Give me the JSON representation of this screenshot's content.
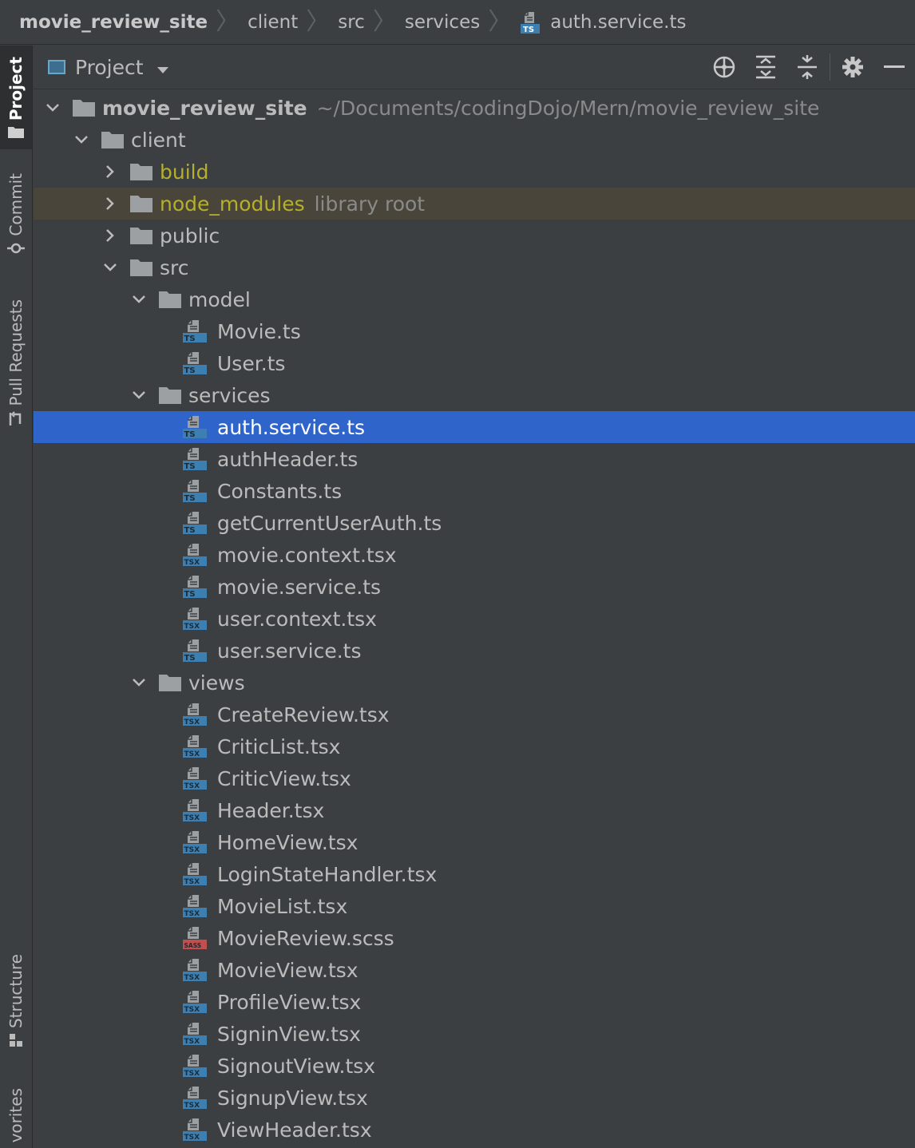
{
  "breadcrumb": {
    "items": [
      "movie_review_site",
      "client",
      "src",
      "services"
    ],
    "file": "auth.service.ts",
    "file_icon": "ts-file-icon"
  },
  "toolstrip": {
    "tabs": [
      "Project",
      "Commit",
      "Pull Requests",
      "Structure",
      "vorites"
    ]
  },
  "panel": {
    "title": "Project",
    "actions": [
      "locate-icon",
      "expand-all-icon",
      "collapse-all-icon",
      "gear-icon",
      "hide-icon"
    ]
  },
  "colors": {
    "selection": "#2f65ca",
    "library_row": "#4a453a",
    "excluded_folder_text": "#b5b02a",
    "ts_badge": "#3c7fb0",
    "sass_badge": "#c0504d"
  },
  "tree": [
    {
      "label": "movie_review_site",
      "hint": "~/Documents/codingDojo/Mern/movie_review_site",
      "type": "folder",
      "depth": 0,
      "expanded": true,
      "bold": true
    },
    {
      "label": "client",
      "type": "folder",
      "depth": 1,
      "expanded": true
    },
    {
      "label": "build",
      "type": "folder",
      "depth": 2,
      "expanded": false,
      "style": "yellow"
    },
    {
      "label": "node_modules",
      "hint": "library root",
      "type": "folder",
      "depth": 2,
      "expanded": false,
      "style": "yellow",
      "library": true
    },
    {
      "label": "public",
      "type": "folder",
      "depth": 2,
      "expanded": false
    },
    {
      "label": "src",
      "type": "folder",
      "depth": 2,
      "expanded": true
    },
    {
      "label": "model",
      "type": "folder",
      "depth": 3,
      "expanded": true
    },
    {
      "label": "Movie.ts",
      "type": "ts",
      "depth": 4
    },
    {
      "label": "User.ts",
      "type": "ts",
      "depth": 4
    },
    {
      "label": "services",
      "type": "folder",
      "depth": 3,
      "expanded": true
    },
    {
      "label": "auth.service.ts",
      "type": "ts",
      "depth": 4,
      "selected": true
    },
    {
      "label": "authHeader.ts",
      "type": "ts",
      "depth": 4
    },
    {
      "label": "Constants.ts",
      "type": "ts",
      "depth": 4
    },
    {
      "label": "getCurrentUserAuth.ts",
      "type": "ts",
      "depth": 4
    },
    {
      "label": "movie.context.tsx",
      "type": "tsx",
      "depth": 4
    },
    {
      "label": "movie.service.ts",
      "type": "ts",
      "depth": 4
    },
    {
      "label": "user.context.tsx",
      "type": "tsx",
      "depth": 4
    },
    {
      "label": "user.service.ts",
      "type": "ts",
      "depth": 4
    },
    {
      "label": "views",
      "type": "folder",
      "depth": 3,
      "expanded": true
    },
    {
      "label": "CreateReview.tsx",
      "type": "tsx",
      "depth": 4
    },
    {
      "label": "CriticList.tsx",
      "type": "tsx",
      "depth": 4
    },
    {
      "label": "CriticView.tsx",
      "type": "tsx",
      "depth": 4
    },
    {
      "label": "Header.tsx",
      "type": "tsx",
      "depth": 4
    },
    {
      "label": "HomeView.tsx",
      "type": "tsx",
      "depth": 4
    },
    {
      "label": "LoginStateHandler.tsx",
      "type": "tsx",
      "depth": 4
    },
    {
      "label": "MovieList.tsx",
      "type": "tsx",
      "depth": 4
    },
    {
      "label": "MovieReview.scss",
      "type": "sass",
      "depth": 4
    },
    {
      "label": "MovieView.tsx",
      "type": "tsx",
      "depth": 4
    },
    {
      "label": "ProfileView.tsx",
      "type": "tsx",
      "depth": 4
    },
    {
      "label": "SigninView.tsx",
      "type": "tsx",
      "depth": 4
    },
    {
      "label": "SignoutView.tsx",
      "type": "tsx",
      "depth": 4
    },
    {
      "label": "SignupView.tsx",
      "type": "tsx",
      "depth": 4
    },
    {
      "label": "ViewHeader.tsx",
      "type": "tsx",
      "depth": 4
    }
  ]
}
